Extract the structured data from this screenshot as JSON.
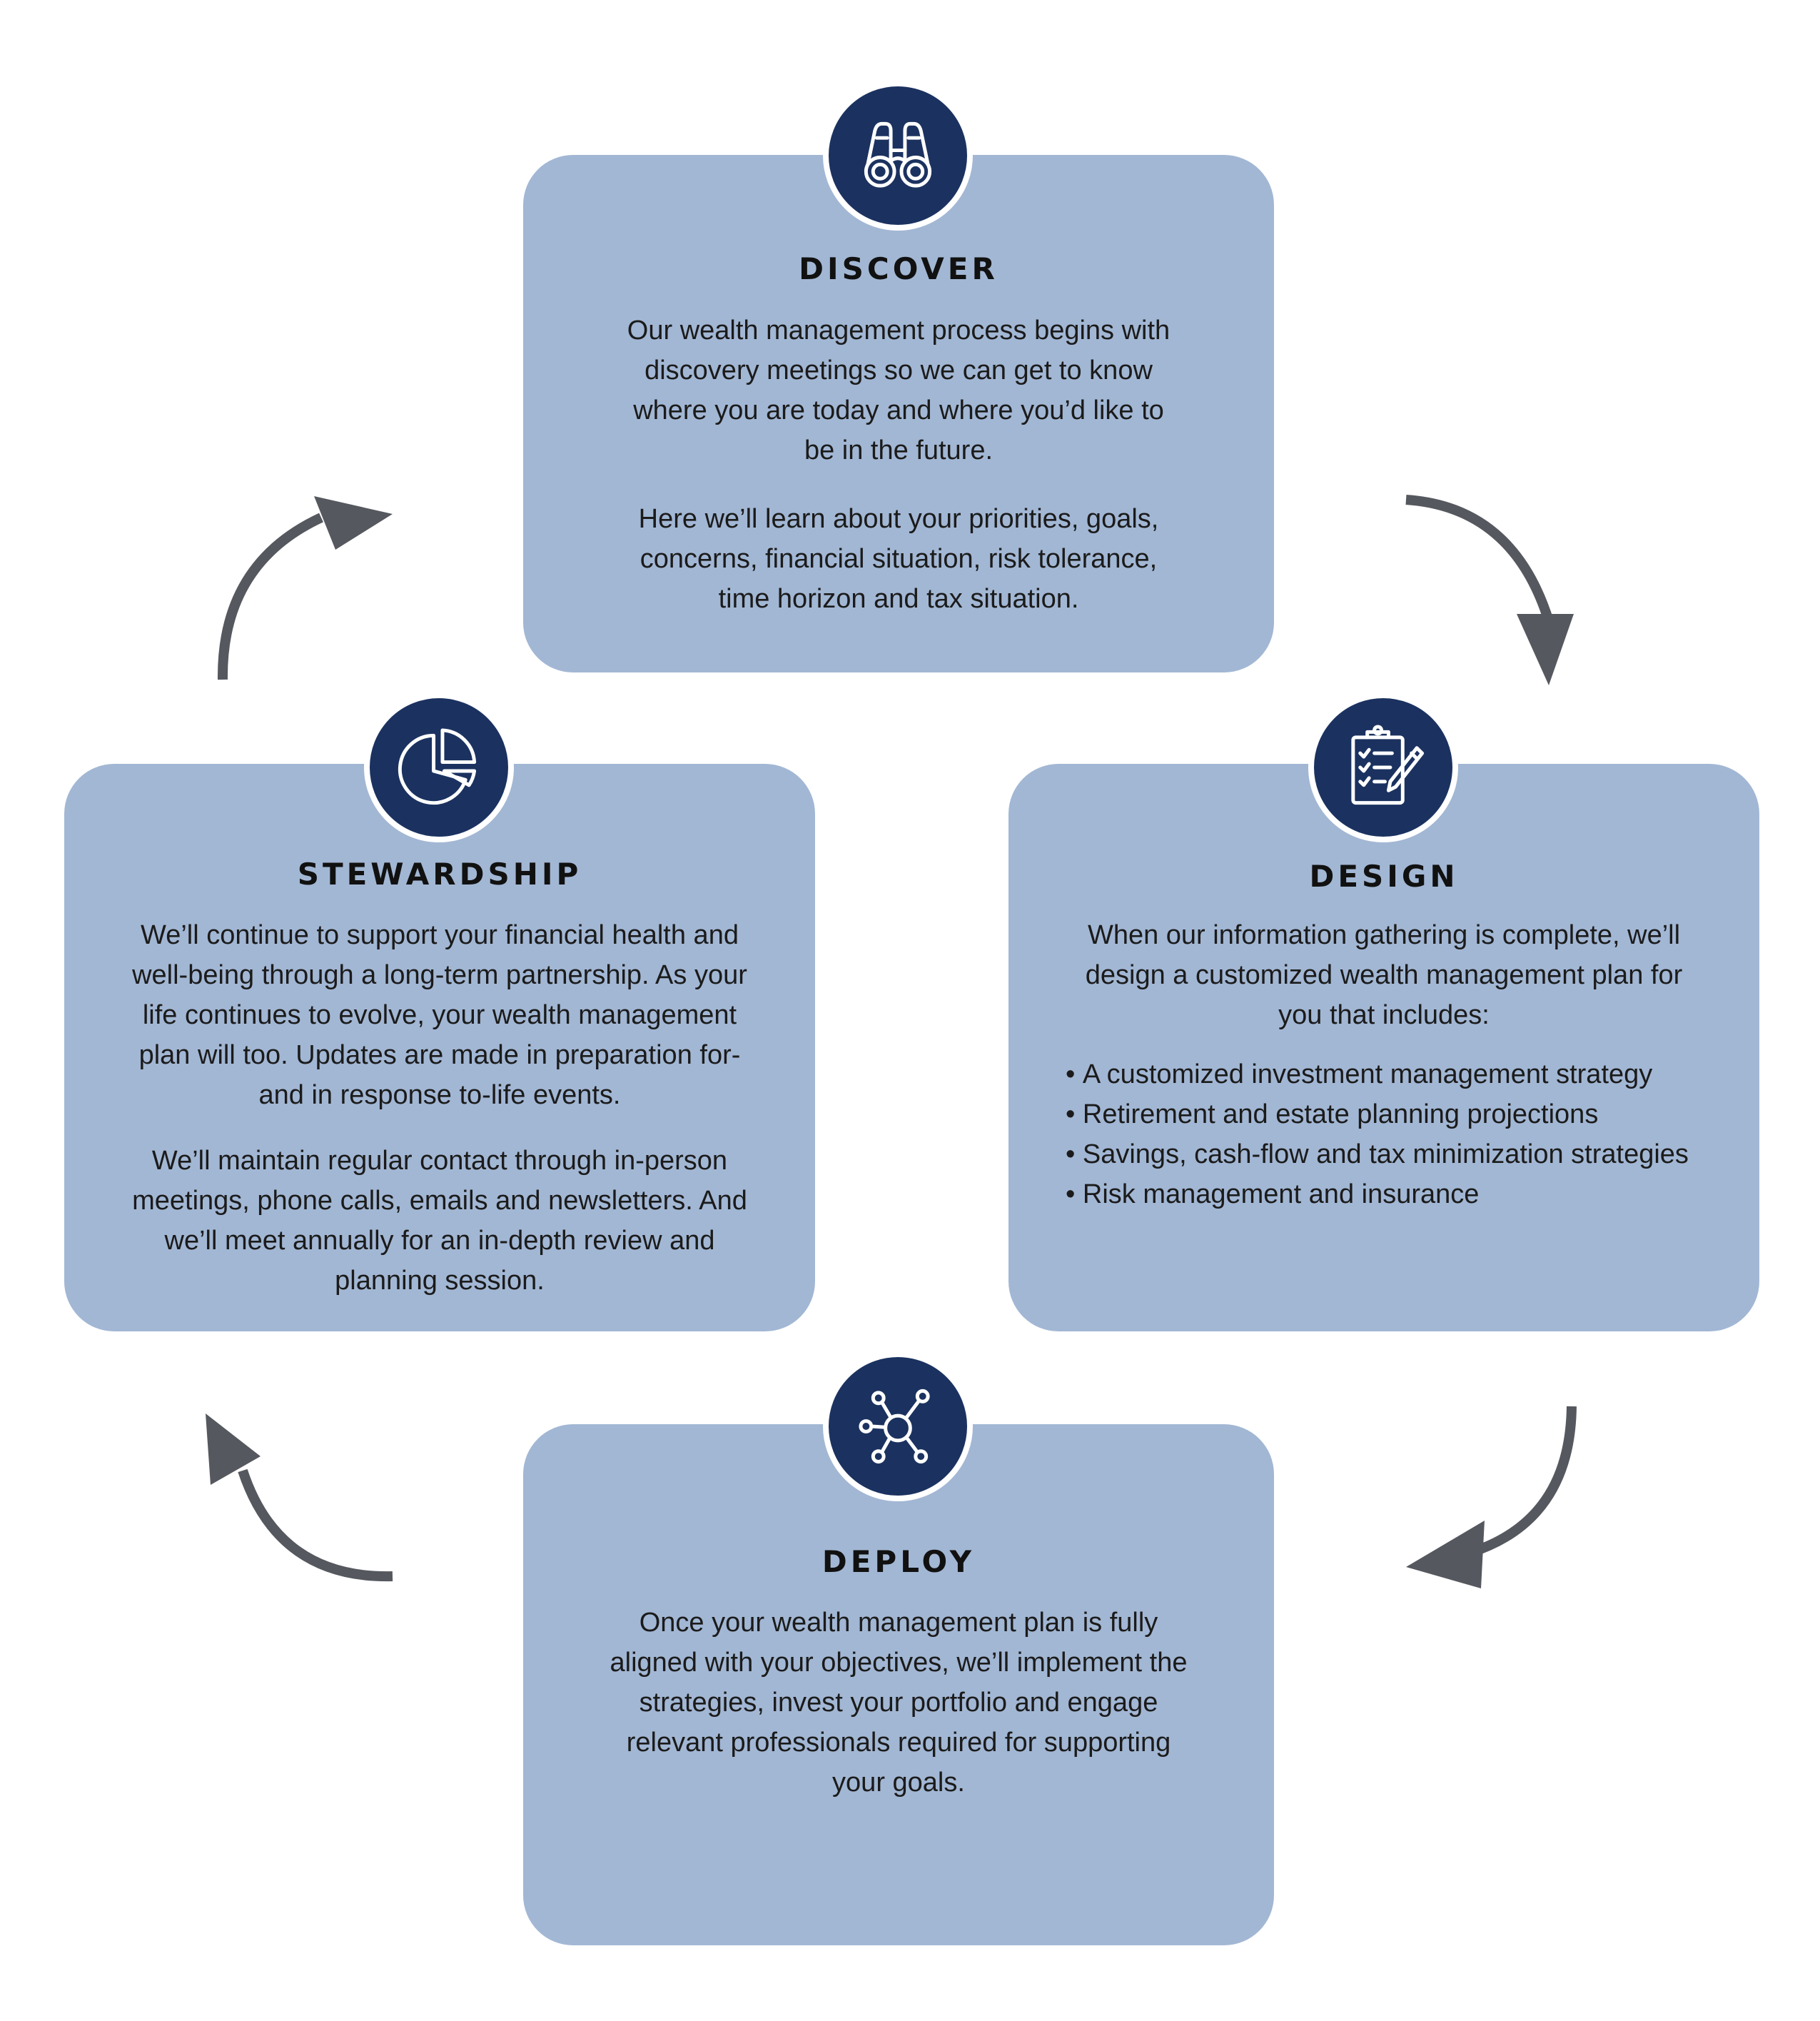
{
  "colors": {
    "card_fill": "#a2b7d4",
    "badge_fill": "#1b3260",
    "arrow": "#55585e"
  },
  "discover": {
    "title": "DISCOVER",
    "icon": "binoculars-icon",
    "para1": "Our wealth management process begins with discovery meetings so we can get to know where you are today and where you’d like to be in the future.",
    "para2": "Here we’ll learn about your priorities, goals, concerns, financial situation, risk tolerance, time horizon and tax situation."
  },
  "design": {
    "title": "DESIGN",
    "icon": "clipboard-checklist-icon",
    "para1": "When our information gathering is complete, we’ll design a customized wealth management plan for you that includes:",
    "bullets": [
      "A customized investment management strategy",
      "Retirement and estate planning projections",
      "Savings, cash-flow and tax minimization strategies",
      "Risk management and insurance"
    ]
  },
  "deploy": {
    "title": "DEPLOY",
    "icon": "network-hub-icon",
    "para1": "Once your wealth management plan is fully aligned with your objectives, we’ll implement the strategies, invest your portfolio and engage relevant professionals required for supporting your goals."
  },
  "stewardship": {
    "title": "STEWARDSHIP",
    "icon": "pie-chart-icon",
    "para1": "We’ll continue to support your financial health and well-being through a long-term partnership. As your life continues to evolve, your wealth management plan will too. Updates are made in preparation for-and in response to-life events.",
    "para2": "We’ll maintain regular contact through in-person meetings, phone calls, emails and newsletters. And we’ll meet annually for an in-depth review and planning session."
  }
}
